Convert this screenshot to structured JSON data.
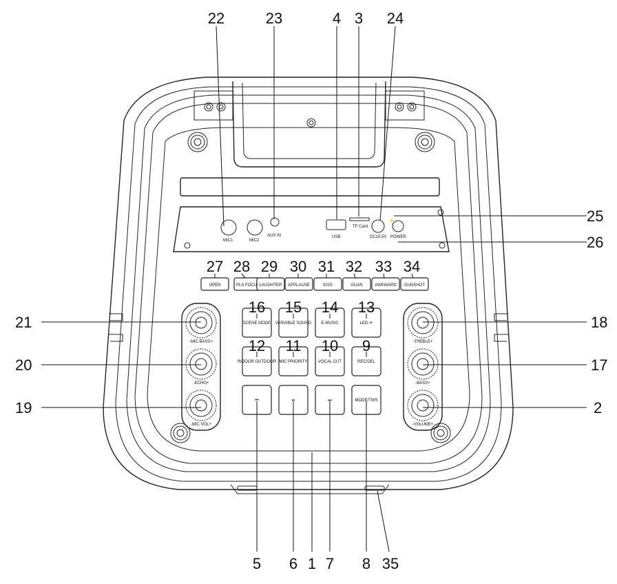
{
  "callouts": {
    "c22": "22",
    "c23": "23",
    "c4": "4",
    "c3": "3",
    "c24": "24",
    "c25": "25",
    "c26": "26",
    "c27": "27",
    "c28": "28",
    "c29": "29",
    "c30": "30",
    "c31": "31",
    "c32": "32",
    "c33": "33",
    "c34": "34",
    "c21": "21",
    "c20": "20",
    "c19": "19",
    "c18": "18",
    "c17": "17",
    "c2": "2",
    "c16": "16",
    "c15": "15",
    "c14": "14",
    "c13": "13",
    "c12": "12",
    "c11": "11",
    "c10": "10",
    "c9": "9",
    "c5": "5",
    "c6": "6",
    "c1": "1",
    "c7": "7",
    "c8": "8",
    "c35": "35"
  },
  "ports": {
    "mic1": "MIC1",
    "mic2": "MIC2",
    "aux": "AUX IN",
    "usb": "USB",
    "tf": "TF Card",
    "dc": "DC15.5V",
    "power": "POWER"
  },
  "effects": [
    "OPEN",
    "PLS FOCUS",
    "LAUGHTER",
    "APPLAUSE",
    "KISS",
    "GUAN",
    "AWKWARD",
    "GUNSHOT"
  ],
  "knobs_left": [
    "-MIC BASS+",
    "-ECHO+",
    "-MIC VOL+"
  ],
  "knobs_right": [
    "-TREBLE+",
    "-BASS+",
    "-VOLUME+"
  ],
  "grid": {
    "r1": [
      "SCENE MODE",
      "VARIABLE SOUND",
      "E-MUSIC",
      "LED-☀"
    ],
    "r2": [
      "INDOOR OUTDOOR",
      "MIC PRIORITY",
      "VOCAL CUT",
      "REC/DEL"
    ],
    "r3": [
      "⏮",
      "⏯",
      "⏭",
      "MODE/TWS"
    ]
  }
}
